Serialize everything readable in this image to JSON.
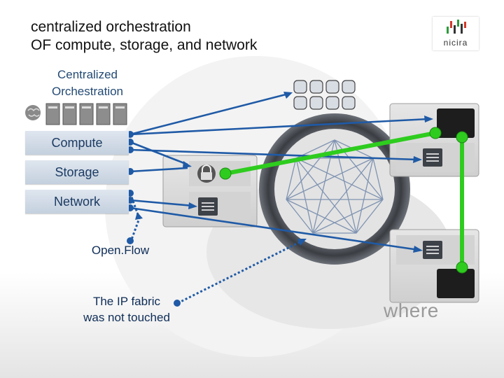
{
  "slide": {
    "title_line1": "centralized orchestration",
    "title_line2": "OF compute, storage, and network"
  },
  "logo": {
    "text": "nicira"
  },
  "orchestration": {
    "label_line1": "Centralized",
    "label_line2": "Orchestration"
  },
  "buttons": {
    "compute": "Compute",
    "storage": "Storage",
    "network": "Network"
  },
  "labels": {
    "openflow": "Open.Flow",
    "ipfabric_line1": "The IP fabric",
    "ipfabric_line2": "was not touched",
    "where_fragment": "where"
  },
  "colors": {
    "accent_blue": "#1f5aa6",
    "green_link": "#2ecc1e",
    "button_text": "#1c3b63"
  },
  "icons": [
    "brain-icon",
    "server-rack-icon",
    "storage-disk-icon",
    "lock-icon",
    "switch-arrows-icon",
    "mesh-network-icon"
  ]
}
